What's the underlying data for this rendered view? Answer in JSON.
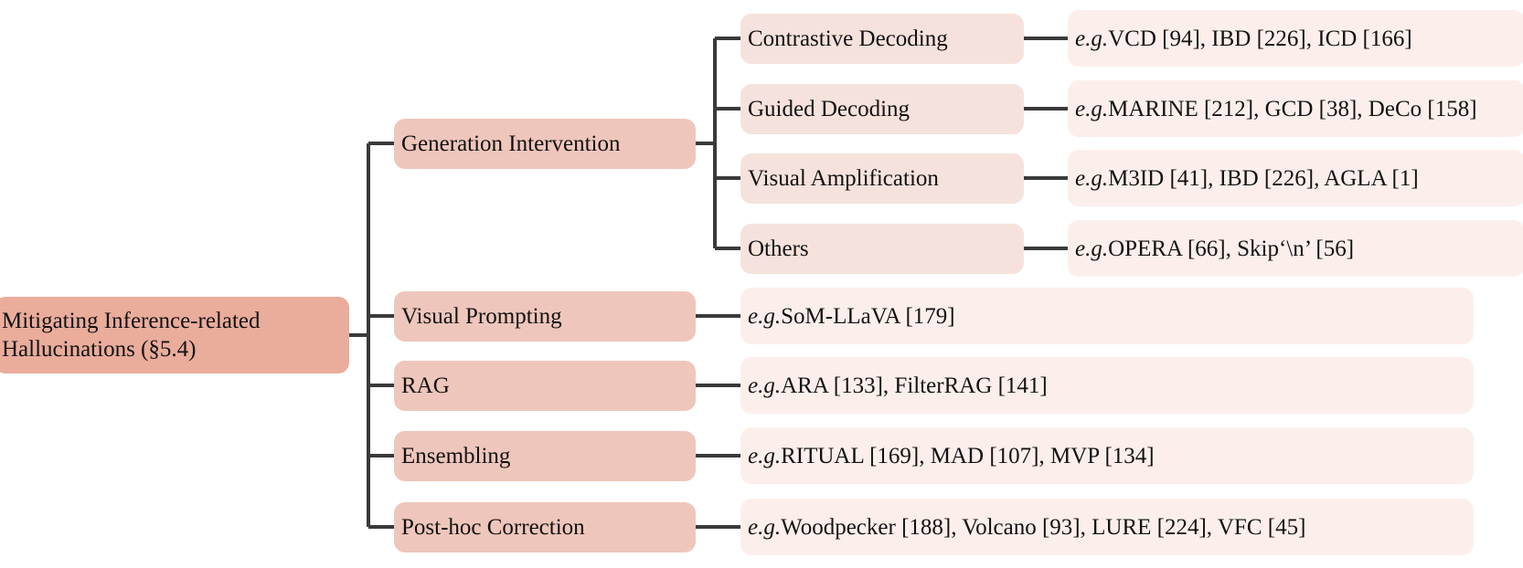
{
  "root": {
    "label": "Mitigating Inference-related Hallucinations (§5.4)"
  },
  "prefix": "e.g.",
  "categories": [
    {
      "label": "Generation Intervention",
      "children": [
        {
          "label": "Contrastive Decoding",
          "examples": "VCD [94], IBD [226], ICD [166]"
        },
        {
          "label": "Guided Decoding",
          "examples": "MARINE [212], GCD [38], DeCo [158]"
        },
        {
          "label": "Visual Amplification",
          "examples": "M3ID [41], IBD [226], AGLA [1]"
        },
        {
          "label": "Others",
          "examples": "OPERA [66], Skip‘\\n’ [56]"
        }
      ]
    },
    {
      "label": "Visual Prompting",
      "examples": "SoM-LLaVA [179]"
    },
    {
      "label": "RAG",
      "examples": "ARA [133], FilterRAG [141]"
    },
    {
      "label": "Ensembling",
      "examples": "RITUAL [169], MAD [107], MVP [134]"
    },
    {
      "label": "Post-hoc Correction",
      "examples": "Woodpecker [188], Volcano [93], LURE [224], VFC [45]"
    }
  ],
  "colors": {
    "root": "#eaac9b",
    "level1": "#efc6bb",
    "level2": "#f6e2dc",
    "leaf": "#fcefeb",
    "connector": "#3a3a3a"
  }
}
